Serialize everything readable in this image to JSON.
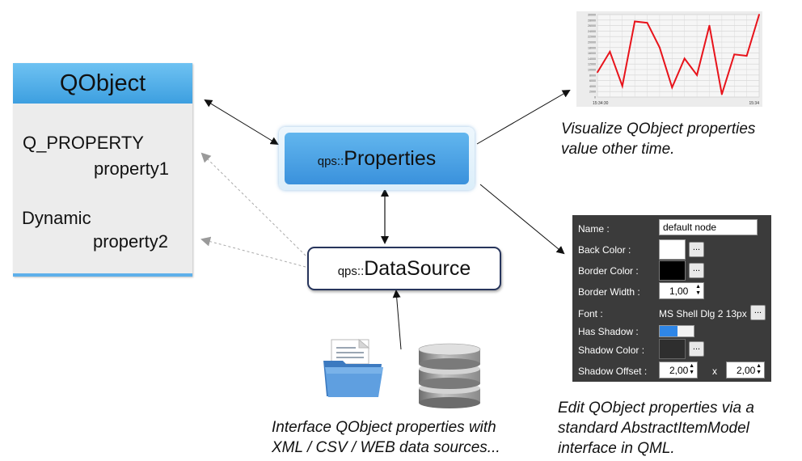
{
  "qobject": {
    "title": "QObject",
    "q_property": "Q_PROPERTY",
    "property1": "property1",
    "dynamic": "Dynamic",
    "property2": "property2"
  },
  "properties": {
    "prefix": "qps::",
    "name": "Properties"
  },
  "datasource": {
    "prefix": "qps::",
    "name": "DataSource"
  },
  "chart_caption": [
    "Visualize QObject properties",
    "value other time."
  ],
  "datasource_caption": [
    "Interface QObject properties with",
    "XML / CSV / WEB data sources..."
  ],
  "editor_caption": [
    "Edit QObject properties via a",
    "standard AbstractItemModel",
    "interface in QML."
  ],
  "chart_data": {
    "type": "line",
    "series": [
      {
        "values": [
          9000,
          16500,
          4000,
          27500,
          27000,
          18000,
          3500,
          14000,
          8000,
          26000,
          1000,
          15500,
          15000,
          30000
        ]
      }
    ],
    "ylim": [
      0,
      30000
    ],
    "y_ticks": [
      "30000",
      "28000",
      "26000",
      "24000",
      "22000",
      "20000",
      "18000",
      "16000",
      "14000",
      "12000",
      "10000",
      "8000",
      "6000",
      "4000",
      "2000",
      "0"
    ],
    "x_first": "15:34:30",
    "x_last": "15:34",
    "line_color": "#e8131b",
    "grid": true
  },
  "editor": {
    "name_label": "Name :",
    "name_value": "default node",
    "back_color_label": "Back Color :",
    "border_color_label": "Border Color :",
    "border_width_label": "Border Width :",
    "border_width_value": "1,00",
    "font_label": "Font :",
    "font_value": "MS Shell Dlg 2 13px",
    "has_shadow_label": "Has Shadow :",
    "shadow_color_label": "Shadow Color :",
    "shadow_offset_label": "Shadow Offset :",
    "shadow_offset_x": "2,00",
    "shadow_offset_sep": "x",
    "shadow_offset_y": "2,00",
    "ellipsis": "..."
  }
}
